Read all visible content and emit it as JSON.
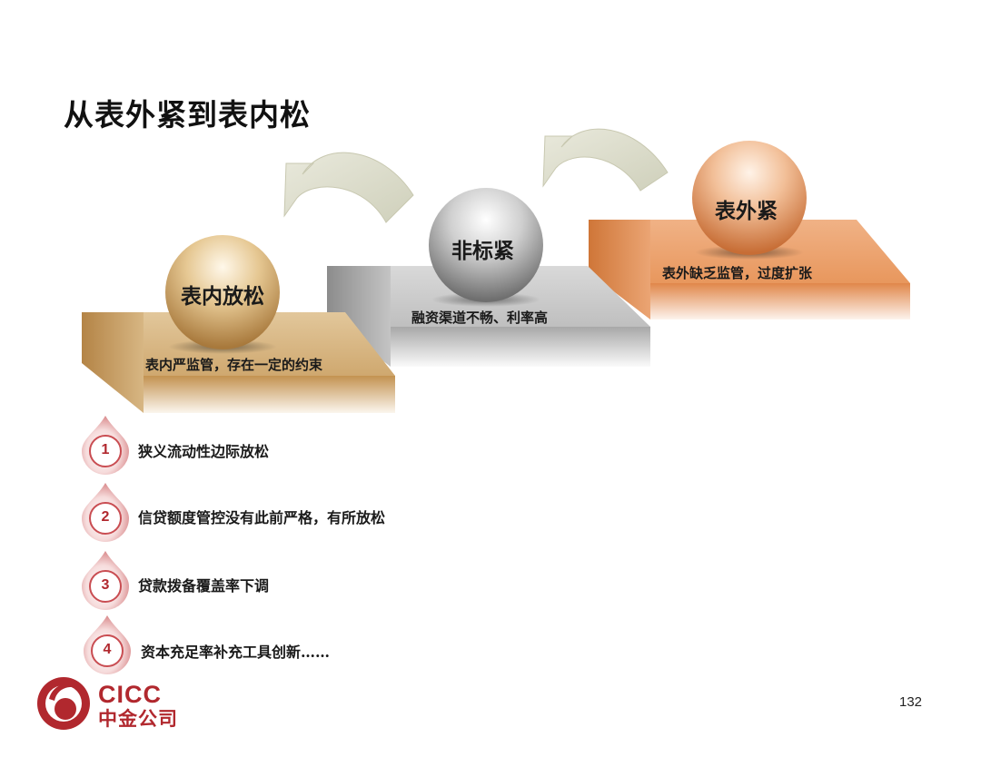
{
  "slide": {
    "title": "从表外紧到表内松",
    "page_number": "132"
  },
  "steps": [
    {
      "ball_label": "表内放松",
      "caption": "表内严监管，存在一定的约束",
      "color": "#c8a06a"
    },
    {
      "ball_label": "非标紧",
      "caption": "融资渠道不畅、利率高",
      "color": "#9a9a9a"
    },
    {
      "ball_label": "表外紧",
      "caption": "表外缺乏监管，过度扩张",
      "color": "#e0935a"
    }
  ],
  "points": [
    {
      "num": "1",
      "text": "狭义流动性边际放松"
    },
    {
      "num": "2",
      "text": "信贷额度管控没有此前严格，有所放松"
    },
    {
      "num": "3",
      "text": "贷款拨备覆盖率下调"
    },
    {
      "num": "4",
      "text": "资本充足率补充工具创新……"
    }
  ],
  "logo": {
    "name_en": "CICC",
    "name_cn": "中金公司",
    "brand_color": "#b1282e"
  }
}
